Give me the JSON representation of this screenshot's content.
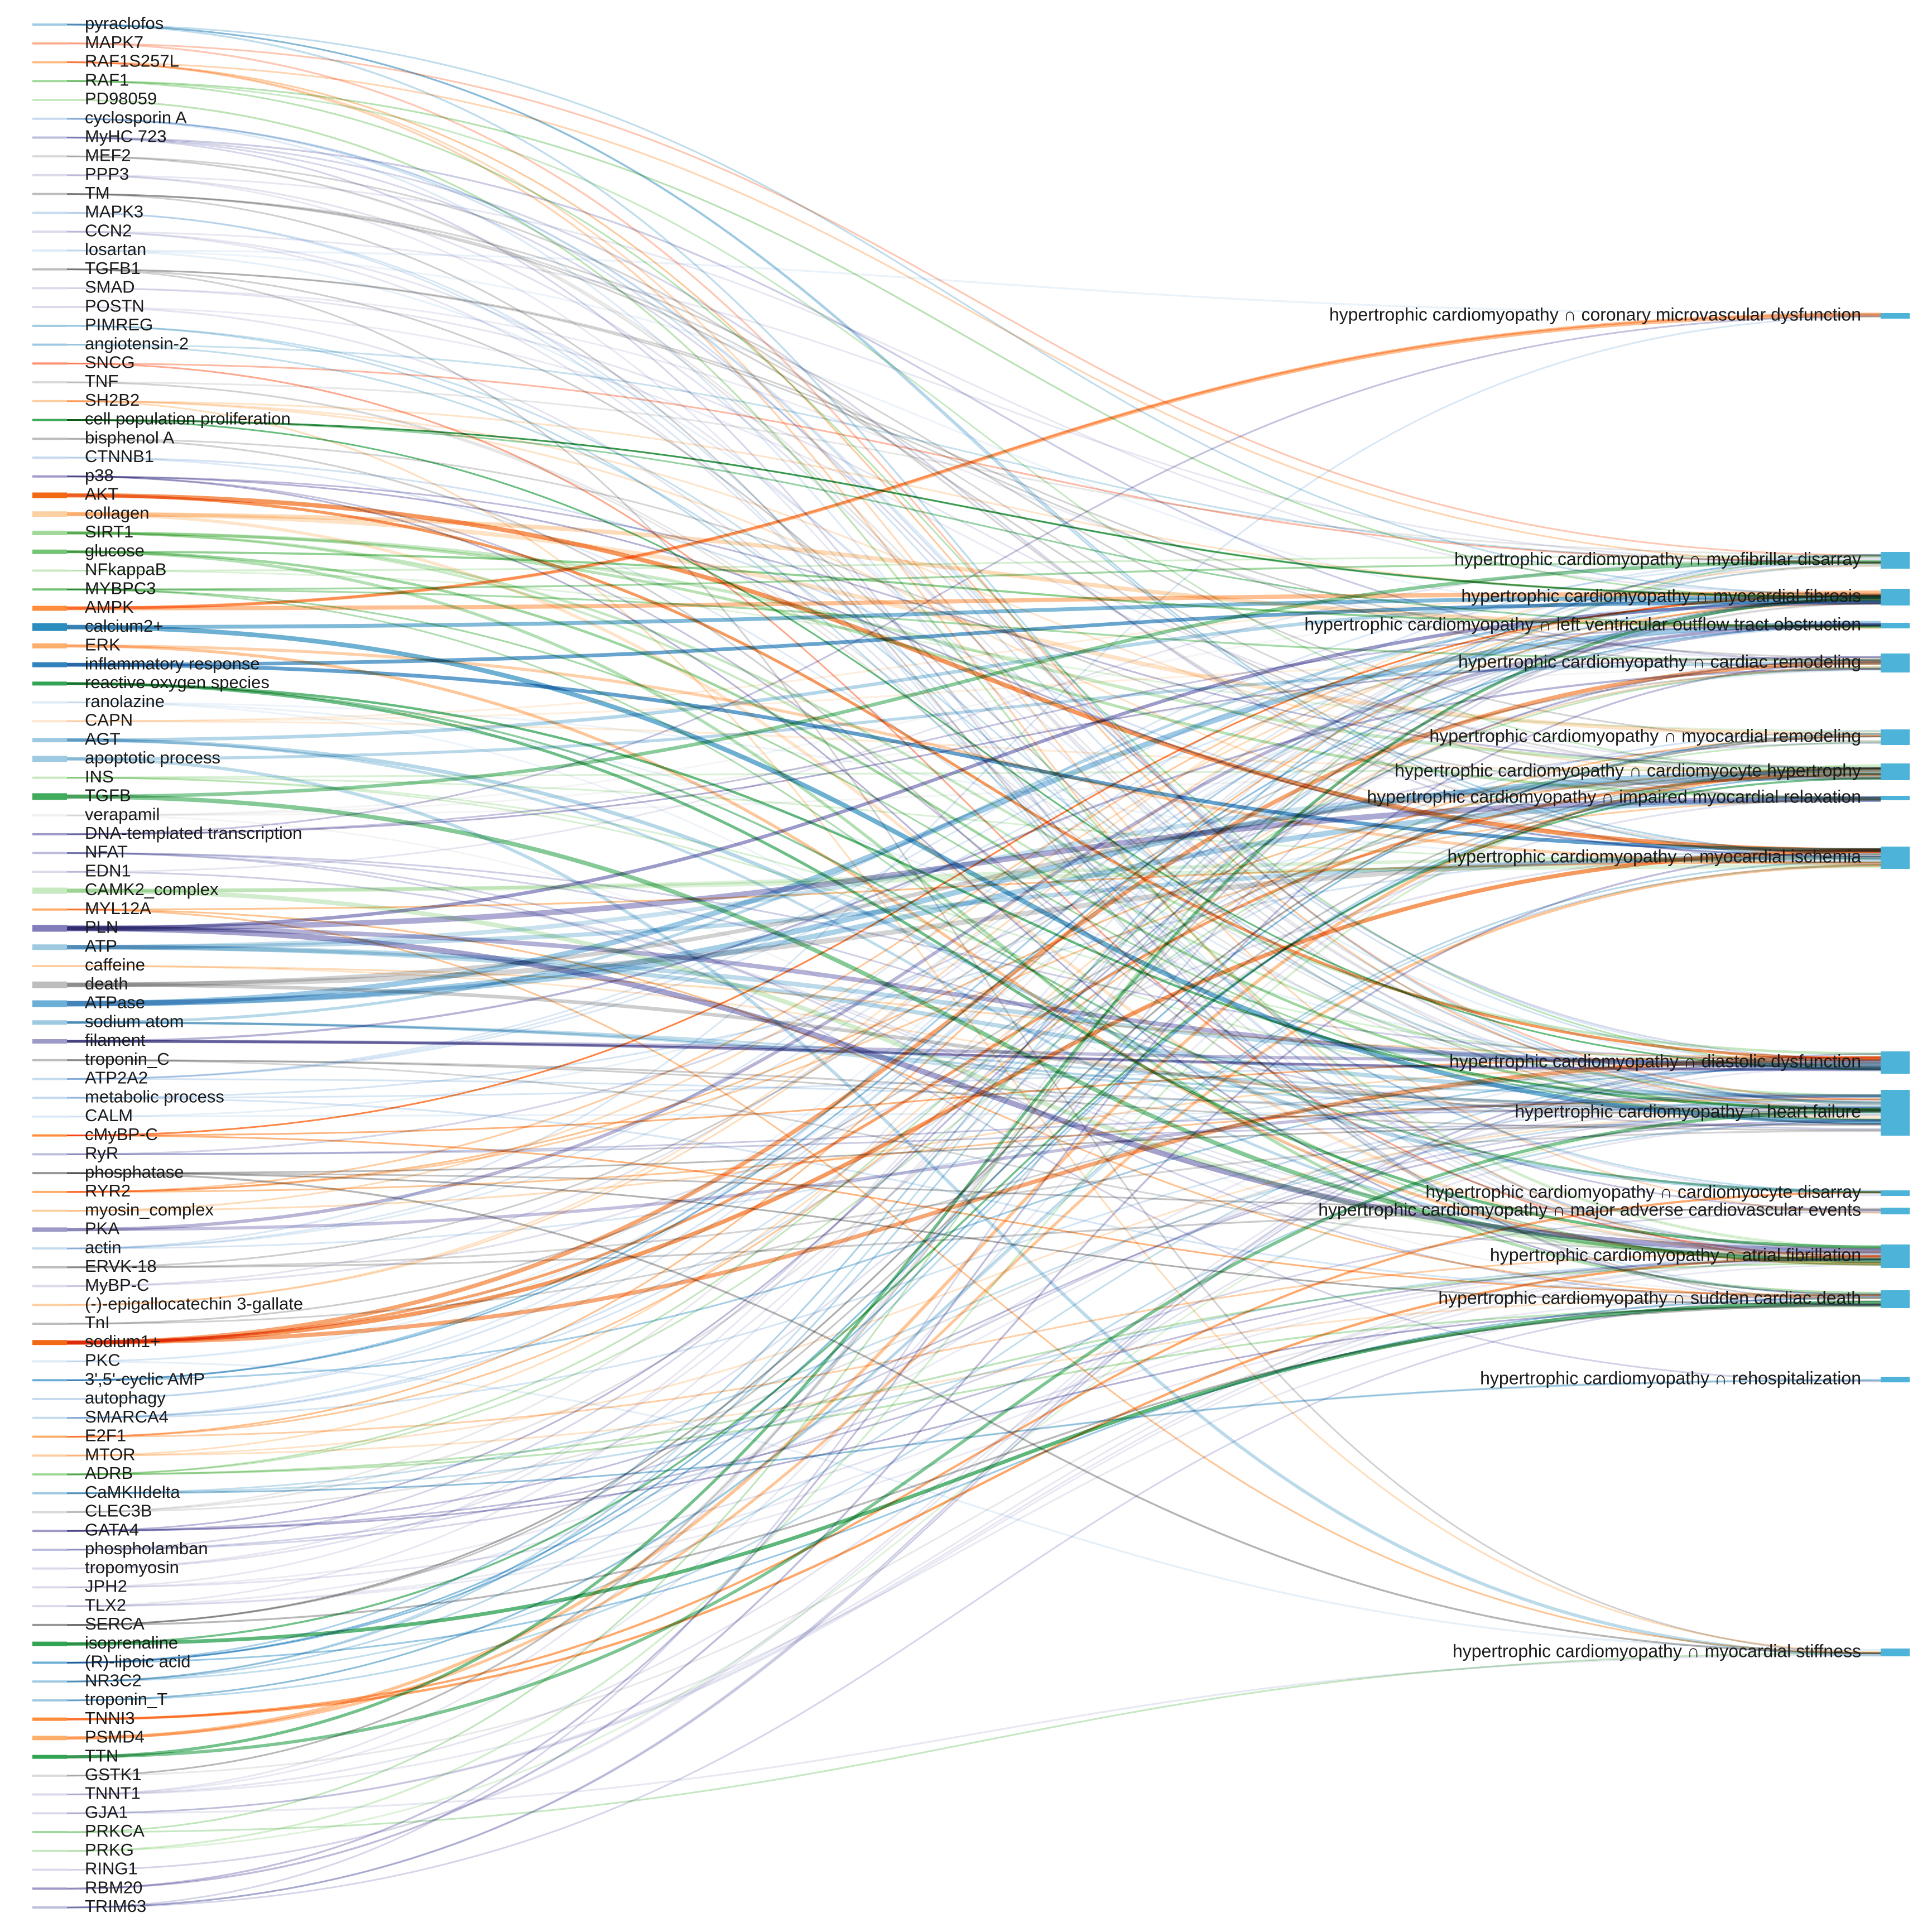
{
  "diagram": {
    "type": "sankey",
    "sources": [
      {
        "name": "pyraclofos",
        "color": "#9ecae1"
      },
      {
        "name": "MAPK7",
        "color": "#fcae91"
      },
      {
        "name": "RAF1S257L",
        "color": "#fdbb84"
      },
      {
        "name": "RAF1",
        "color": "#a1d99b"
      },
      {
        "name": "PD98059",
        "color": "#c7e9c0"
      },
      {
        "name": "cyclosporin A",
        "color": "#c6dbef"
      },
      {
        "name": "MyHC 723",
        "color": "#bcbddc"
      },
      {
        "name": "MEF2",
        "color": "#d9d9d9"
      },
      {
        "name": "PPP3",
        "color": "#dadaeb"
      },
      {
        "name": "TM",
        "color": "#bdbdbd"
      },
      {
        "name": "MAPK3",
        "color": "#c6dbef"
      },
      {
        "name": "CCN2",
        "color": "#dadaeb"
      },
      {
        "name": "losartan",
        "color": "#deebf7"
      },
      {
        "name": "TGFB1",
        "color": "#bdbdbd"
      },
      {
        "name": "SMAD",
        "color": "#dadaeb"
      },
      {
        "name": "POSTN",
        "color": "#dadaeb"
      },
      {
        "name": "PIMREG",
        "color": "#9ecae1"
      },
      {
        "name": "angiotensin-2",
        "color": "#9ecae1"
      },
      {
        "name": "SNCG",
        "color": "#fc9272"
      },
      {
        "name": "TNF",
        "color": "#d9d9d9"
      },
      {
        "name": "SH2B2",
        "color": "#fdd0a2"
      },
      {
        "name": "cell population proliferation",
        "color": "#41ab5d"
      },
      {
        "name": "bisphenol A",
        "color": "#bdbdbd"
      },
      {
        "name": "CTNNB1",
        "color": "#c6dbef"
      },
      {
        "name": "p38",
        "color": "#9e9ac8"
      },
      {
        "name": "AKT",
        "color": "#f16913"
      },
      {
        "name": "collagen",
        "color": "#fdd0a2"
      },
      {
        "name": "SIRT1",
        "color": "#a1d99b"
      },
      {
        "name": "glucose",
        "color": "#74c476"
      },
      {
        "name": "NFkappaB",
        "color": "#c7e9c0"
      },
      {
        "name": "MYBPC3",
        "color": "#74c476"
      },
      {
        "name": "AMPK",
        "color": "#fd8d3c"
      },
      {
        "name": "calcium2+",
        "color": "#2b8cbe"
      },
      {
        "name": "ERK",
        "color": "#fdae6b"
      },
      {
        "name": "inflammatory response",
        "color": "#3182bd"
      },
      {
        "name": "reactive oxygen species",
        "color": "#31a354"
      },
      {
        "name": "ranolazine",
        "color": "#deebf7"
      },
      {
        "name": "CAPN",
        "color": "#fee6ce"
      },
      {
        "name": "AGT",
        "color": "#9ecae1"
      },
      {
        "name": "apoptotic process",
        "color": "#9ecae1"
      },
      {
        "name": "INS",
        "color": "#c7e9c0"
      },
      {
        "name": "TGFB",
        "color": "#41ab5d"
      },
      {
        "name": "verapamil",
        "color": "#f0f0f0"
      },
      {
        "name": "DNA-templated transcription",
        "color": "#9e9ac8"
      },
      {
        "name": "NFAT",
        "color": "#bcbddc"
      },
      {
        "name": "EDN1",
        "color": "#dadaeb"
      },
      {
        "name": "CAMK2_complex",
        "color": "#c7e9c0"
      },
      {
        "name": "MYL12A",
        "color": "#fdae6b"
      },
      {
        "name": "PLN",
        "color": "#807dba"
      },
      {
        "name": "ATP",
        "color": "#9ecae1"
      },
      {
        "name": "caffeine",
        "color": "#fdd0a2"
      },
      {
        "name": "death",
        "color": "#bdbdbd"
      },
      {
        "name": "ATPase",
        "color": "#6baed6"
      },
      {
        "name": "sodium atom",
        "color": "#9ecae1"
      },
      {
        "name": "filament",
        "color": "#9e9ac8"
      },
      {
        "name": "troponin_C",
        "color": "#bdbdbd"
      },
      {
        "name": "ATP2A2",
        "color": "#c6dbef"
      },
      {
        "name": "metabolic process",
        "color": "#c6dbef"
      },
      {
        "name": "CALM",
        "color": "#deebf7"
      },
      {
        "name": "cMyBP-C",
        "color": "#fd8d3c"
      },
      {
        "name": "RyR",
        "color": "#bcbddc"
      },
      {
        "name": "phosphatase",
        "color": "#969696"
      },
      {
        "name": "RYR2",
        "color": "#fdae6b"
      },
      {
        "name": "myosin_complex",
        "color": "#fdd0a2"
      },
      {
        "name": "PKA",
        "color": "#9e9ac8"
      },
      {
        "name": "actin",
        "color": "#c6dbef"
      },
      {
        "name": "ERVK-18",
        "color": "#bdbdbd"
      },
      {
        "name": "MyBP-C",
        "color": "#dadaeb"
      },
      {
        "name": "(-)-epigallocatechin 3-gallate",
        "color": "#fdd0a2"
      },
      {
        "name": "TnI",
        "color": "#bdbdbd"
      },
      {
        "name": "sodium1+",
        "color": "#f16913"
      },
      {
        "name": "PKC",
        "color": "#deebf7"
      },
      {
        "name": "3',5'-cyclic AMP",
        "color": "#6baed6"
      },
      {
        "name": "autophagy",
        "color": "#c6dbef"
      },
      {
        "name": "SMARCA4",
        "color": "#c6dbef"
      },
      {
        "name": "E2F1",
        "color": "#fdae6b"
      },
      {
        "name": "MTOR",
        "color": "#fdd0a2"
      },
      {
        "name": "ADRB",
        "color": "#a1d99b"
      },
      {
        "name": "CaMKIIdelta",
        "color": "#9ecae1"
      },
      {
        "name": "CLEC3B",
        "color": "#d9d9d9"
      },
      {
        "name": "GATA4",
        "color": "#9e9ac8"
      },
      {
        "name": "phospholamban",
        "color": "#bcbddc"
      },
      {
        "name": "tropomyosin",
        "color": "#dadaeb"
      },
      {
        "name": "JPH2",
        "color": "#dadaeb"
      },
      {
        "name": "TLX2",
        "color": "#dadaeb"
      },
      {
        "name": "SERCA",
        "color": "#969696"
      },
      {
        "name": "isoprenaline",
        "color": "#31a354"
      },
      {
        "name": "(R)-lipoic acid",
        "color": "#6baed6"
      },
      {
        "name": "NR3C2",
        "color": "#9ecae1"
      },
      {
        "name": "troponin_T",
        "color": "#9ecae1"
      },
      {
        "name": "TNNI3",
        "color": "#fd8d3c"
      },
      {
        "name": "PSMD4",
        "color": "#fdae6b"
      },
      {
        "name": "TTN",
        "color": "#31a354"
      },
      {
        "name": "GSTK1",
        "color": "#d9d9d9"
      },
      {
        "name": "TNNT1",
        "color": "#dadaeb"
      },
      {
        "name": "GJA1",
        "color": "#dadaeb"
      },
      {
        "name": "PRKCA",
        "color": "#a1d99b"
      },
      {
        "name": "PRKG",
        "color": "#c7e9c0"
      },
      {
        "name": "RING1",
        "color": "#dadaeb"
      },
      {
        "name": "RBM20",
        "color": "#9e9ac8"
      },
      {
        "name": "TRIM63",
        "color": "#bcbddc"
      }
    ],
    "targets": [
      {
        "name": "hypertrophic cardiomyopathy ∩ coronary microvascular dysfunction"
      },
      {
        "name": "hypertrophic cardiomyopathy ∩ myofibrillar disarray"
      },
      {
        "name": "hypertrophic cardiomyopathy ∩ myocardial fibrosis"
      },
      {
        "name": "hypertrophic cardiomyopathy ∩ left ventricular outflow tract obstruction"
      },
      {
        "name": "hypertrophic cardiomyopathy ∩ cardiac remodeling"
      },
      {
        "name": "hypertrophic cardiomyopathy ∩ myocardial remodeling"
      },
      {
        "name": "hypertrophic cardiomyopathy ∩ cardiomyocyte hypertrophy"
      },
      {
        "name": "hypertrophic cardiomyopathy ∩ impaired myocardial relaxation"
      },
      {
        "name": "hypertrophic cardiomyopathy ∩ myocardial ischemia"
      },
      {
        "name": "hypertrophic cardiomyopathy ∩ diastolic dysfunction"
      },
      {
        "name": "hypertrophic cardiomyopathy ∩ heart failure"
      },
      {
        "name": "hypertrophic cardiomyopathy ∩ cardiomyocyte disarray"
      },
      {
        "name": "hypertrophic cardiomyopathy ∩ major adverse cardiovascular events"
      },
      {
        "name": "hypertrophic cardiomyopathy ∩ atrial fibrillation"
      },
      {
        "name": "hypertrophic cardiomyopathy ∩ sudden cardiac death"
      },
      {
        "name": "hypertrophic cardiomyopathy ∩ rehospitalization"
      },
      {
        "name": "hypertrophic cardiomyopathy ∩ myocardial stiffness"
      }
    ],
    "target_color": "#4eb3d8"
  }
}
